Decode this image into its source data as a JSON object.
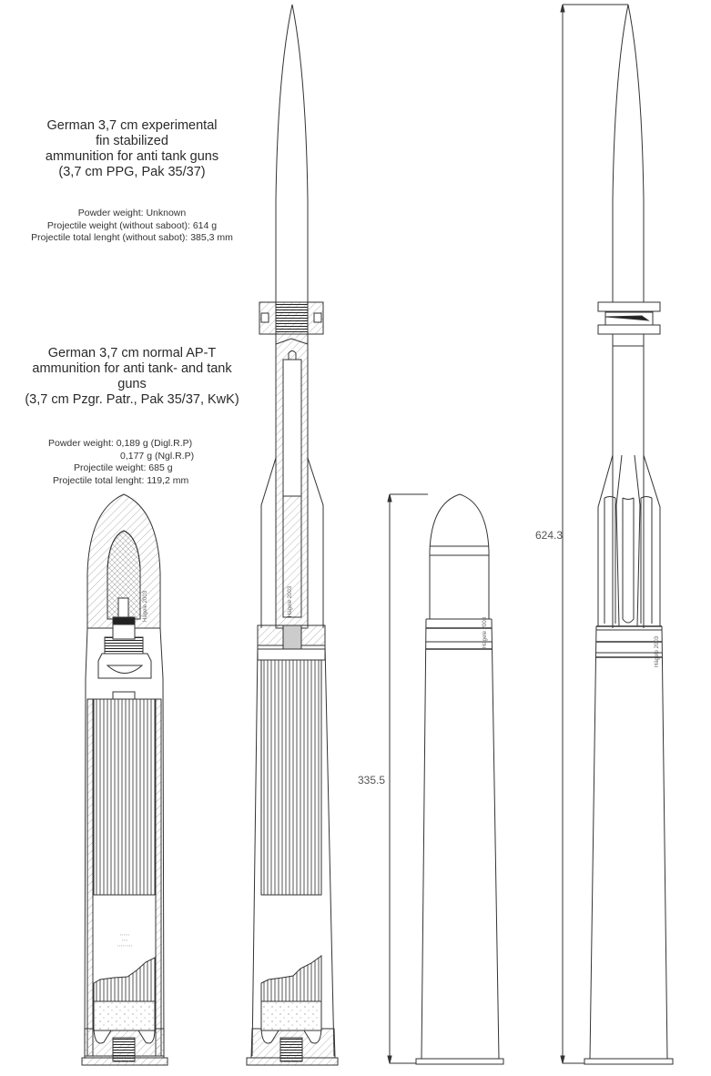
{
  "ppg": {
    "title_lines": [
      "German 3,7 cm experimental",
      "fin stabilized",
      "ammunition for anti tank guns",
      "(3,7 cm PPG, Pak 35/37)"
    ],
    "specs": [
      "Powder weight: Unknown",
      "Projectile weight (without saboot): 614 g",
      "Projectile total lenght (without sabot): 385,3  mm"
    ]
  },
  "apt": {
    "title_lines": [
      "German 3,7 cm normal AP-T",
      "ammunition for anti tank- and tank",
      "guns",
      "(3,7 cm Pzgr. Patr., Pak 35/37, KwK)"
    ],
    "specs": [
      "Powder weight: 0,189 g (Digl.R.P)",
      "0,177 g (Ngl.R.P)",
      "Projectile weight: 685 g",
      "Projectile total lenght: 119,2 mm"
    ]
  },
  "dimensions": {
    "apt_length": "335.5",
    "ppg_length": "624.3"
  },
  "signature": "Hägele 2003",
  "colors": {
    "line": "#333333",
    "hatch": "#9a9a9a",
    "background": "#ffffff"
  }
}
